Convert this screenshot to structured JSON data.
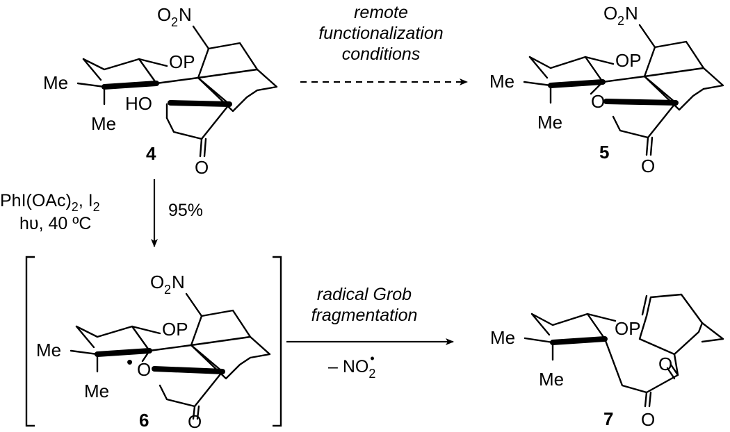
{
  "compounds": [
    {
      "id": "4",
      "atoms": {
        "no2_o": "O",
        "no2_sub": "2",
        "no2_n": "N",
        "op": "OP",
        "me1": "Me",
        "me2": "Me",
        "oh": "HO",
        "ketone": "O"
      }
    },
    {
      "id": "5",
      "atoms": {
        "no2_o": "O",
        "no2_sub": "2",
        "no2_n": "N",
        "op": "OP",
        "me1": "Me",
        "me2": "Me",
        "ether": "O",
        "ketone": "O"
      }
    },
    {
      "id": "6",
      "atoms": {
        "no2_o": "O",
        "no2_sub": "2",
        "no2_n": "N",
        "op": "OP",
        "me1": "Me",
        "me2": "Me",
        "radical_o": "O",
        "radical_dot": "•",
        "ketone": "O"
      }
    },
    {
      "id": "7",
      "atoms": {
        "op": "OP",
        "me1": "Me",
        "me2": "Me",
        "ketone1": "O",
        "ketone2": "O"
      }
    }
  ],
  "arrows": {
    "top": {
      "line1": "remote",
      "line2": "functionalization",
      "line3": "conditions"
    },
    "down": {
      "reagent1": "PhI(OAc)",
      "reagent1_sub": "2",
      "reagent1_tail": ", I",
      "reagent1_tail_sub": "2",
      "reagent2": "hυ, 40 ºC",
      "yield": "95%"
    },
    "bottom": {
      "line1": "radical Grob",
      "line2": "fragmentation",
      "byproduct": "– NO",
      "byproduct_sub": "2",
      "byproduct_dot": "•"
    }
  }
}
